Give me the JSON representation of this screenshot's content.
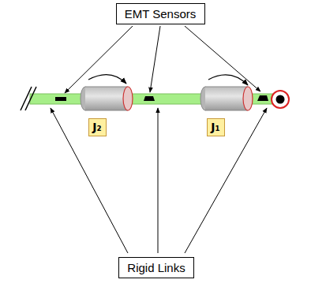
{
  "diagram": {
    "nodes": [
      {
        "text": [
          "EMT Sensors"
        ]
      },
      {
        "text": [
          "J₂"
        ]
      },
      {
        "text": [
          "J₁"
        ]
      },
      {
        "text": [
          "Rigid Links"
        ]
      }
    ]
  }
}
